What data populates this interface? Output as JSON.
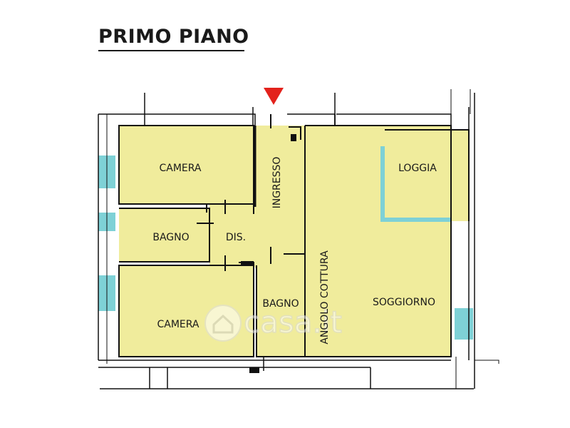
{
  "title": "PRIMO PIANO",
  "colors": {
    "room_fill": "#f0ec9c",
    "wall": "#111111",
    "window": "#7ed1d6",
    "entrance_marker": "#e3221c"
  },
  "rooms": {
    "camera_top": "CAMERA",
    "bagno_left": "BAGNO",
    "dis": "DIS.",
    "camera_bottom": "CAMERA",
    "ingresso": "INGRESSO",
    "bagno_center": "BAGNO",
    "angolo_cottura": "ANGOLO COTTURA",
    "loggia": "LOGGIA",
    "soggiorno": "SOGGIORNO"
  },
  "watermark": {
    "text": "casa.it",
    "icon": "house-icon"
  }
}
